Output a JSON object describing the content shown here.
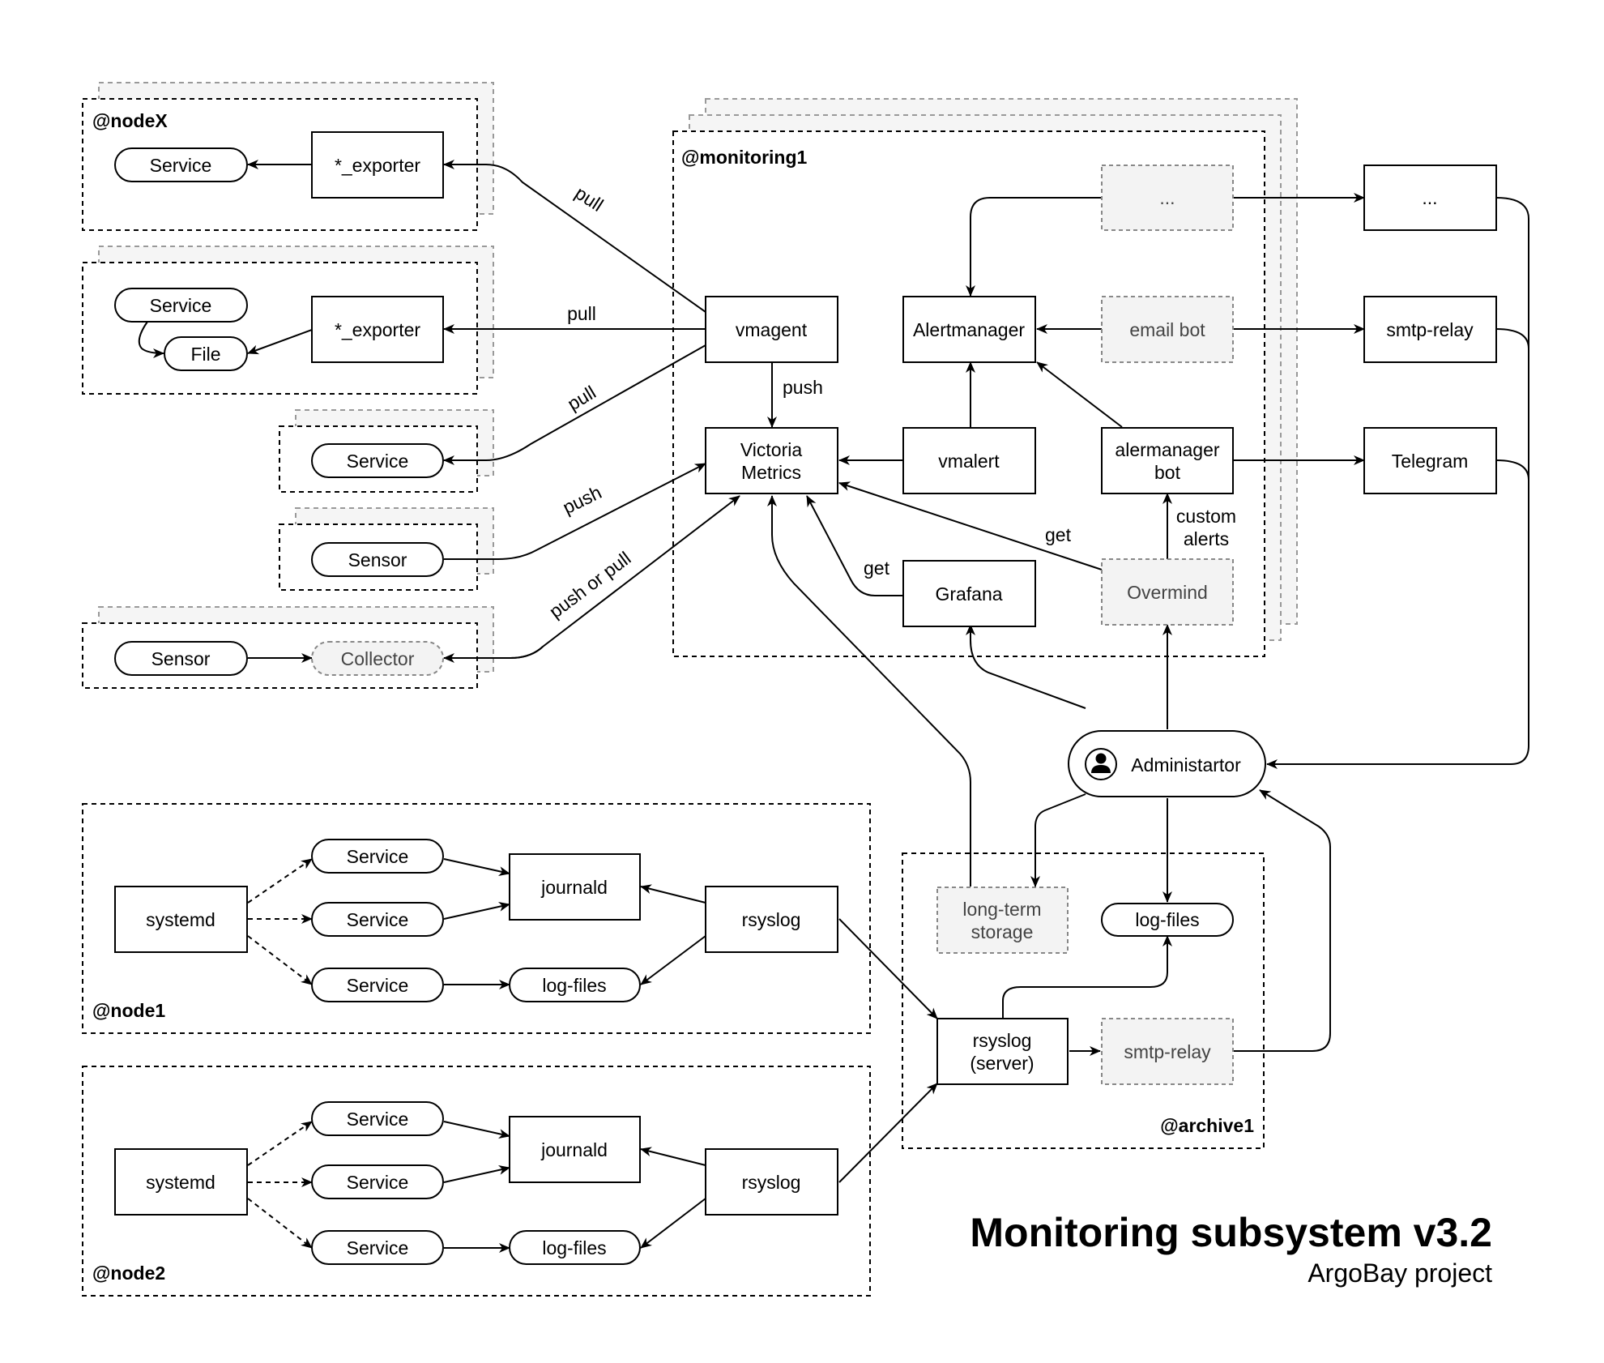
{
  "title": "Monitoring subsystem v3.2",
  "subtitle": "ArgoBay project",
  "groups": {
    "nodex": "@nodeX",
    "monitoring": "@monitoring1",
    "node1": "@node1",
    "node2": "@node2",
    "archive": "@archive1"
  },
  "nodes": {
    "nx_service": "Service",
    "nx_exporter": "*_exporter",
    "n2_service": "Service",
    "n2_file": "File",
    "n2_exporter": "*_exporter",
    "n3_service": "Service",
    "n4_sensor": "Sensor",
    "n5_sensor": "Sensor",
    "n5_collector": "Collector",
    "vmagent": "vmagent",
    "victoria_line1": "Victoria",
    "victoria_line2": "Metrics",
    "alertmanager": "Alertmanager",
    "vmalert": "vmalert",
    "grafana": "Grafana",
    "dots_inner": "...",
    "email_bot": "email bot",
    "alermanager_bot_line1": "alermanager",
    "alermanager_bot_line2": "bot",
    "overmind": "Overmind",
    "dots_outer": "...",
    "smtp_relay": "smtp-relay",
    "telegram": "Telegram",
    "administrator": "Administartor",
    "node1_systemd": "systemd",
    "node1_service_a": "Service",
    "node1_service_b": "Service",
    "node1_service_c": "Service",
    "node1_journald": "journald",
    "node1_rsyslog": "rsyslog",
    "node1_logfiles": "log-files",
    "node2_systemd": "systemd",
    "node2_service_a": "Service",
    "node2_service_b": "Service",
    "node2_service_c": "Service",
    "node2_journald": "journald",
    "node2_rsyslog": "rsyslog",
    "node2_logfiles": "log-files",
    "longterm_line1": "long-term",
    "longterm_line2": "storage",
    "archive_logfiles": "log-files",
    "rsyslog_server_line1": "rsyslog",
    "rsyslog_server_line2": "(server)",
    "archive_smtp": "smtp-relay"
  },
  "edge_labels": {
    "pull_1": "pull",
    "pull_2": "pull",
    "pull_3": "pull",
    "push_sensor": "push",
    "push_or_pull": "push or pull",
    "push_vm": "push",
    "get_grafana": "get",
    "get_overmind": "get",
    "custom_line1": "custom",
    "custom_line2": "alerts"
  }
}
